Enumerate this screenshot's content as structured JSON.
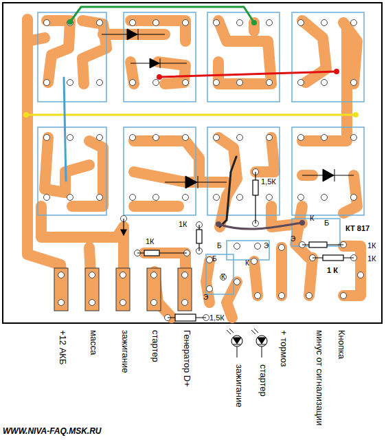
{
  "diagram": {
    "labels": [
      "1,5К",
      "1К",
      "К",
      "Б",
      "КТ 817",
      "Э",
      "1К",
      "1К",
      "1 К",
      "1К",
      "Б",
      "Э",
      "К",
      "Б",
      "К",
      "Э",
      "1,5К",
      "+12 АКБ",
      "масса",
      "зажигание",
      "стартер",
      "Генератор D+",
      "зажигание",
      "стартер",
      "+ тормоз",
      "минус от сигнализации",
      "Кнопка",
      "WWW.NIVA-FAQ.MSK.RU"
    ]
  }
}
